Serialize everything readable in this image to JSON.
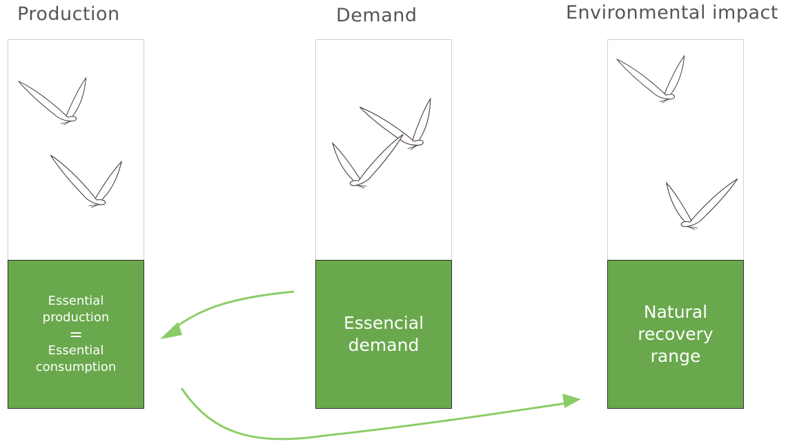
{
  "columns": [
    {
      "title": "Production",
      "box_lines": [
        "Essential",
        "production",
        "=",
        "Essential",
        "consumption"
      ]
    },
    {
      "title": "Demand",
      "box_lines": [
        "Essencial",
        "demand"
      ]
    },
    {
      "title": "Environmental impact",
      "box_lines": [
        "Natural",
        "recovery",
        "range"
      ]
    }
  ],
  "colors": {
    "box_fill": "#69a84c",
    "arrow": "#8bcc67",
    "frame": "#cfcfcf"
  },
  "icons": [
    "bird-icon",
    "arrow-icon"
  ]
}
